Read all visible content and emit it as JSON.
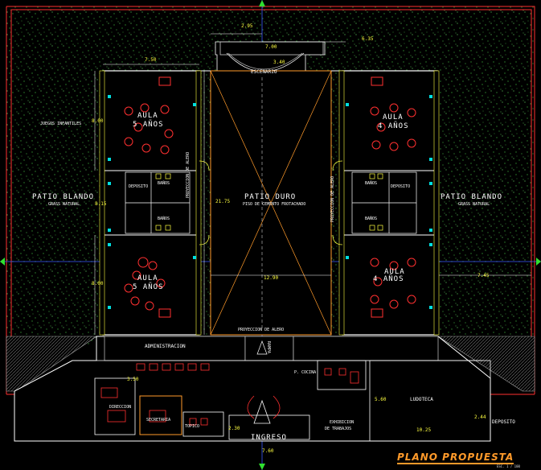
{
  "drawing": {
    "title": "PLANO PROPUESTA",
    "scale": "ESC. 1 / 100"
  },
  "labels": {
    "aula_nw_1": "AULA",
    "aula_nw_2": "5 AÑOS",
    "aula_sw_1": "AULA",
    "aula_sw_2": "5 AÑOS",
    "aula_ne_1": "AULA",
    "aula_ne_2": "4 AÑOS",
    "aula_se_1": "AULA",
    "aula_se_2": "4 AÑOS",
    "patio_duro": "PATIO DURO",
    "patio_duro_sub": "PISO DE CEMENTO FROTACHADO",
    "patio_blando_w": "PATIO BLANDO",
    "patio_blando_w_sub": "GRASS NATURAL",
    "patio_blando_e": "PATIO BLANDO",
    "patio_blando_e_sub": "GRASS NATURAL",
    "juegos": "JUEGOS INFANTILES",
    "escenario": "ESCENARIO",
    "proyeccion_w": "PROYECCION DE ALERO",
    "proyeccion_e": "PROYECCION DE ALERO",
    "proyeccion_s": "PROYECCION DE ALERO",
    "administracion": "ADMINISTRACION",
    "rampa": "RAMPA",
    "ingreso": "INGRESO",
    "biblioteca": "LUDOTECA",
    "deposito": "DEPOSITO",
    "exhibicion": "EXHIBICION",
    "exhibicion_2": "DE TRABAJOS",
    "direccion": "DIRECCION",
    "secretaria": "SECRETARIA",
    "topico": "TOPICO",
    "deposito_nw": "DEPOSITO",
    "deposito_ne": "DEPOSITO",
    "banos_nw": "BAÑOS",
    "banos_ne": "BAÑOS",
    "banos_sw": "BAÑOS",
    "banos_se": "BAÑOS",
    "porteria": "P. COCINA"
  },
  "dimensions": {
    "d_top_left": "2.95",
    "d_top_right": "6.35",
    "d_escenario_w": "7.00",
    "d_escenario_h": "3.40",
    "d_aula_w": "7.50",
    "d_aula_h1": "8.00",
    "d_aula_h2": "8.00",
    "d_patio_h": "21.75",
    "d_patio_w": "12.90",
    "d_side_e": "7.45",
    "d_admin": "3.50",
    "d_ingreso": "7.60",
    "d_ingreso_w": "2.30",
    "d_lib": "5.60",
    "d_lib_w": "10.25",
    "d_dep": "2.44",
    "d_side_w": "8.15"
  }
}
